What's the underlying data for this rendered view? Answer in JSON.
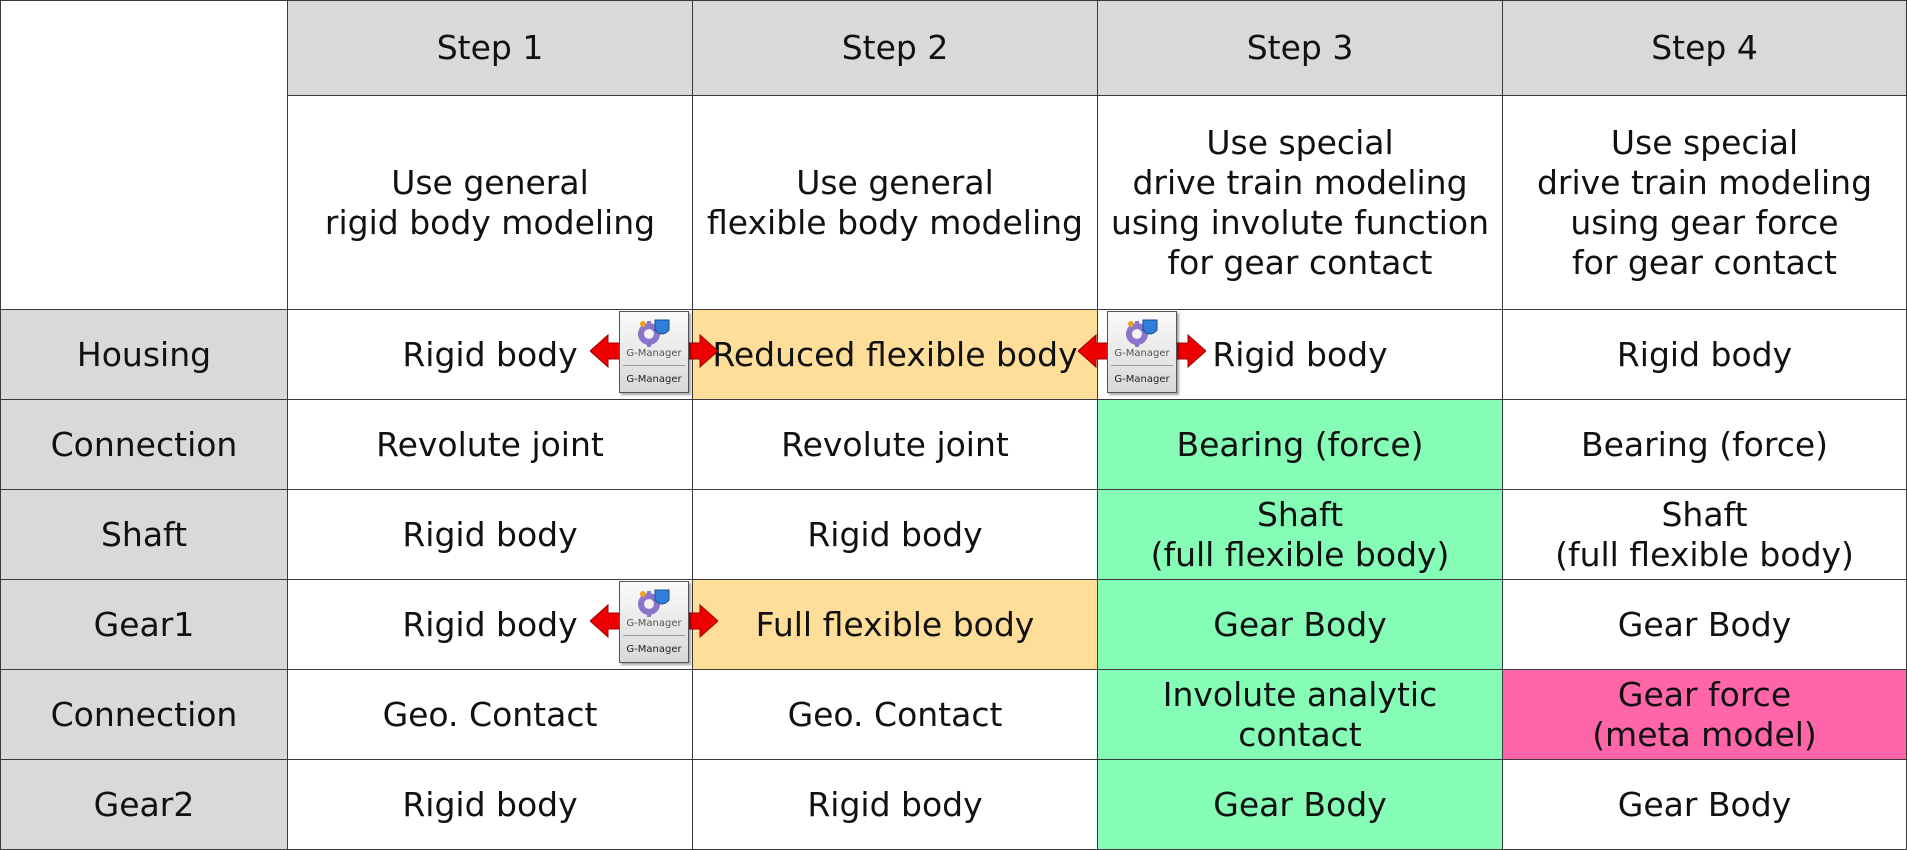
{
  "header": {
    "steps": [
      "Step 1",
      "Step 2",
      "Step 3",
      "Step 4"
    ],
    "descriptions": [
      "Use general\nrigid body modeling",
      "Use general\nflexible body modeling",
      "Use special\ndrive train modeling\nusing involute function\nfor gear contact",
      "Use special\ndrive train modeling\nusing gear force\nfor gear contact"
    ]
  },
  "rows": [
    {
      "label": "Housing",
      "cells": [
        "Rigid body",
        "Reduced flexible body",
        "Rigid body",
        "Rigid body"
      ]
    },
    {
      "label": "Connection",
      "cells": [
        "Revolute joint",
        "Revolute joint",
        "Bearing (force)",
        "Bearing (force)"
      ]
    },
    {
      "label": "Shaft",
      "cells": [
        "Rigid body",
        "Rigid body",
        "Shaft\n(full flexible body)",
        "Shaft\n(full flexible body)"
      ]
    },
    {
      "label": "Gear1",
      "cells": [
        "Rigid body",
        "Full flexible body",
        "Gear Body",
        "Gear Body"
      ]
    },
    {
      "label": "Connection",
      "cells": [
        "Geo. Contact",
        "Geo. Contact",
        "Involute analytic\ncontact",
        "Gear force\n(meta model)"
      ]
    },
    {
      "label": "Gear2",
      "cells": [
        "Rigid body",
        "Rigid body",
        "Gear Body",
        "Gear Body"
      ]
    }
  ],
  "gmanager": {
    "caption": "G-Manager",
    "label": "G-Manager",
    "icon": "g-manager-app-icon"
  },
  "colors": {
    "header_gray": "#d9d9d9",
    "highlight_orange": "#ffde9a",
    "highlight_green": "#85fdb6",
    "highlight_pink": "#ff66aa",
    "arrow_red": "#ee0000"
  }
}
